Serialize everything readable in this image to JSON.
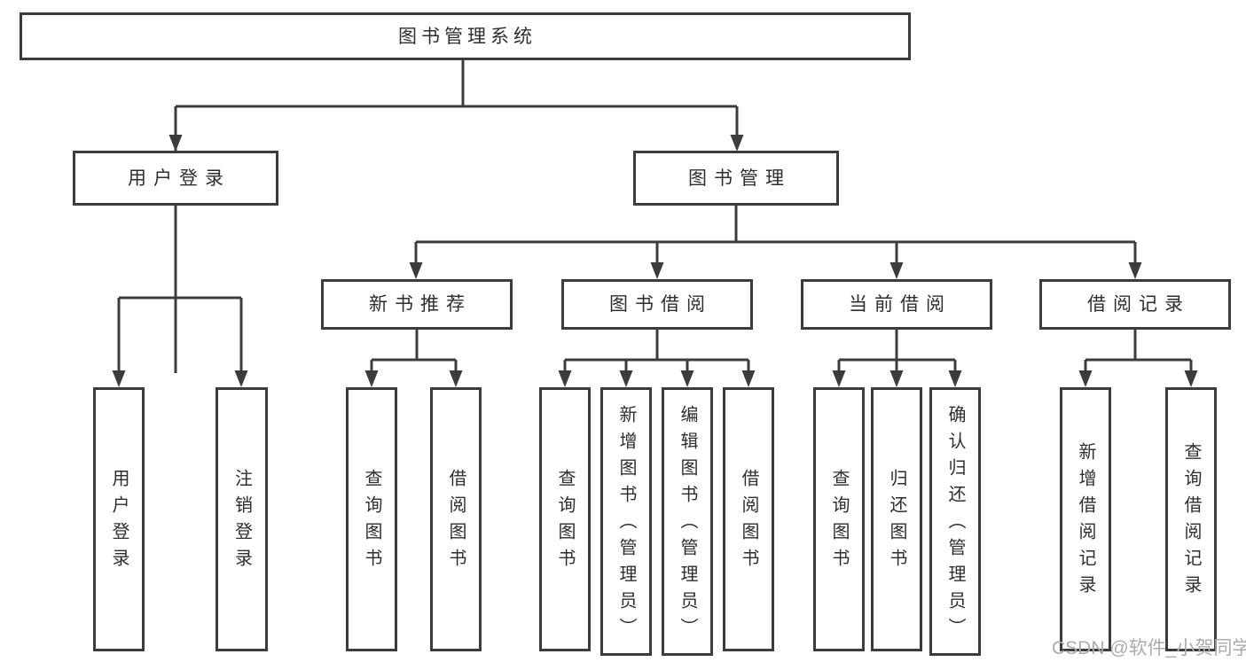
{
  "diagram": {
    "root": {
      "label": "图书管理系统"
    },
    "branches": [
      {
        "label": "用户登录",
        "children": [
          {
            "label": "用户登录"
          },
          {
            "label": "注销登录"
          }
        ]
      },
      {
        "label": "图书管理",
        "children": [
          {
            "label": "新书推荐",
            "children": [
              {
                "label": "查询图书"
              },
              {
                "label": "借阅图书"
              }
            ]
          },
          {
            "label": "图书借阅",
            "children": [
              {
                "label": "查询图书"
              },
              {
                "label": "新增图书（管理员）"
              },
              {
                "label": "编辑图书（管理员）"
              },
              {
                "label": "借阅图书"
              }
            ]
          },
          {
            "label": "当前借阅",
            "children": [
              {
                "label": "查询图书"
              },
              {
                "label": "归还图书"
              },
              {
                "label": "确认归还（管理员）"
              }
            ]
          },
          {
            "label": "借阅记录",
            "children": [
              {
                "label": "新增借阅记录"
              },
              {
                "label": "查询借阅记录"
              }
            ]
          }
        ]
      }
    ]
  },
  "watermark": {
    "text": "CSDN @软件_小贺同学"
  },
  "colors": {
    "line": "#3c3c3c",
    "box_fill": "#ffffff",
    "text": "#2e2e2e",
    "watermark": "#ababab",
    "background": "#ffffff"
  }
}
